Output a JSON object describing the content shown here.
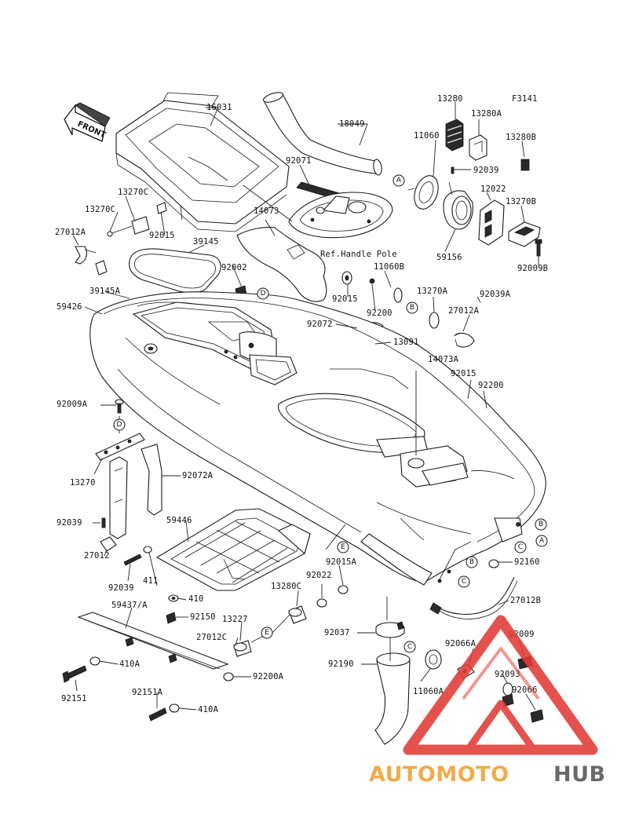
{
  "figure_code": "F3141",
  "front_label": "FRONT",
  "ref_note": "Ref.Handle Pole",
  "callouts": [
    "A",
    "B",
    "C",
    "D",
    "E"
  ],
  "part_labels": [
    "16031",
    "18049",
    "13280",
    "13280A",
    "13280B",
    "92039",
    "11060",
    "12022",
    "13270B",
    "92009B",
    "59156",
    "92071",
    "14073",
    "92002",
    "92015",
    "13270C",
    "13270C",
    "27012A",
    "39145",
    "39145A",
    "59426",
    "11060B",
    "13270A",
    "92039A",
    "27012A",
    "92015",
    "92200",
    "92072",
    "13091",
    "14073A",
    "92015",
    "92200",
    "92009A",
    "13270",
    "92072A",
    "92039",
    "59446",
    "27012",
    "92039",
    "411",
    "410",
    "59437/A",
    "92150",
    "13227",
    "27012C",
    "410A",
    "92151",
    "92151A",
    "410A",
    "92200A",
    "92015A",
    "92022",
    "13280C",
    "92037",
    "92190",
    "11060A",
    "92066A",
    "92093",
    "92009",
    "92066",
    "27012B",
    "92160"
  ],
  "watermark": {
    "part1": "AUTOMOTO",
    "part2": "HUB",
    "color_orange": "#f0a030",
    "color_red": "#e23b35",
    "color_dark": "#555555"
  }
}
